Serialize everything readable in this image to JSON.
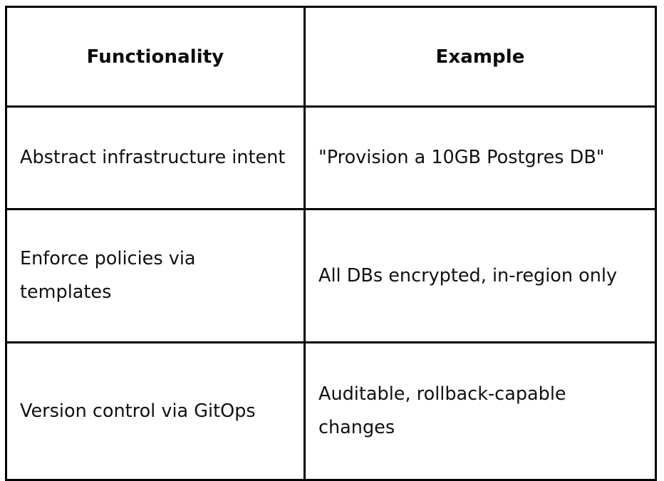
{
  "table": {
    "columns": [
      {
        "key": "functionality",
        "header": "Functionality",
        "align": "center"
      },
      {
        "key": "example",
        "header": "Example",
        "align": "center"
      }
    ],
    "rows": [
      {
        "functionality": {
          "lines": [
            "Abstract infrastructure intent"
          ]
        },
        "example": {
          "lines": [
            "\"Provision a 10GB Postgres DB\""
          ]
        }
      },
      {
        "functionality": {
          "lines": [
            "Enforce policies via",
            "templates"
          ]
        },
        "example": {
          "lines": [
            "All DBs encrypted, in-region only"
          ]
        }
      },
      {
        "functionality": {
          "lines": [
            "Version control via GitOps"
          ]
        },
        "example": {
          "lines": [
            "Auditable, rollback-capable",
            "changes"
          ]
        }
      }
    ]
  },
  "style": {
    "border_color": "#000000",
    "text_color": "#111111",
    "header_text_color": "#0a0a0a",
    "background": "#ffffff"
  }
}
